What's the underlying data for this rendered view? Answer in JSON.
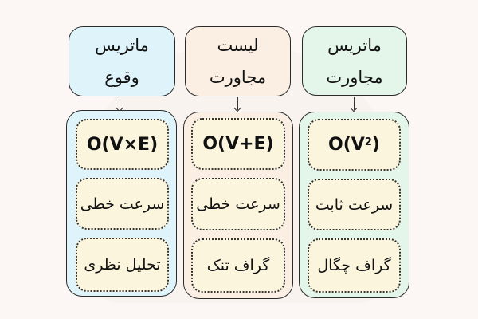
{
  "colors": {
    "background": "#fcf7f5",
    "border": "#2b2b2b",
    "cell_fill": "#fbf5dd",
    "incidence_fill": "#dff4fa",
    "list_fill": "#fbefe3",
    "adjacency_fill": "#e4f6ea"
  },
  "columns": [
    {
      "header_line1": "ماتریس",
      "header_line2": "وقوع",
      "complexity": "O(V×E)",
      "speed": "سرعت خطی",
      "use_case": "تحلیل نظری"
    },
    {
      "header_line1": "لیست",
      "header_line2": "مجاورت",
      "complexity": "O(V+E)",
      "speed": "سرعت خطی",
      "use_case": "گراف تنک"
    },
    {
      "header_line1": "ماتریس",
      "header_line2": "مجاورت",
      "complexity_base": "O(V",
      "complexity_exp": "2",
      "complexity_close": ")",
      "speed": "سرعت ثابت",
      "use_case": "گراف چگال"
    }
  ]
}
